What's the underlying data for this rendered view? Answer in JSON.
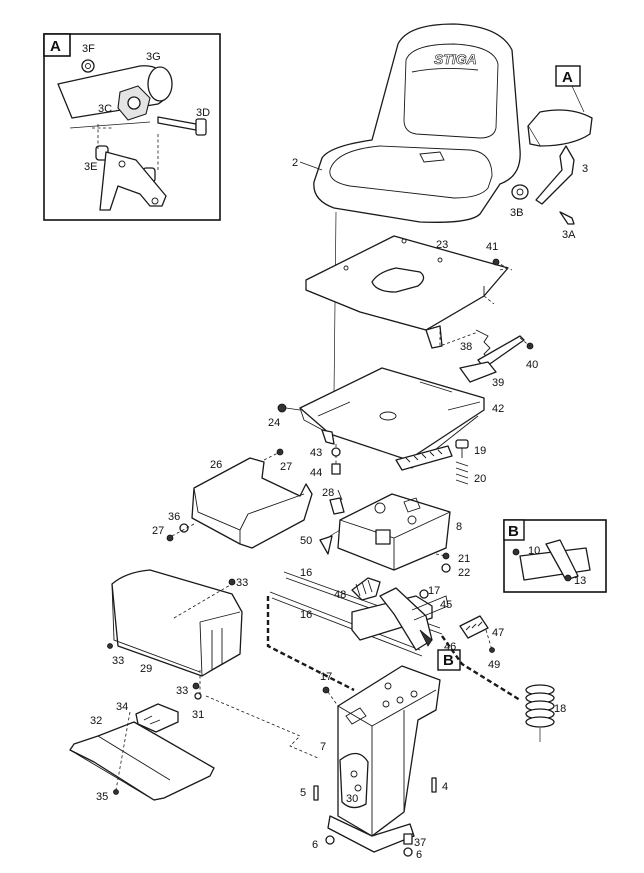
{
  "inset_a": {
    "title": "A",
    "labels": [
      "3F",
      "3G",
      "3C",
      "3D",
      "3E"
    ]
  },
  "inset_b": {
    "title": "B",
    "labels": [
      "10",
      "13"
    ]
  },
  "callout_a": "A",
  "callout_b": "B",
  "brand": "STIGA",
  "parts": [
    "2",
    "3",
    "3A",
    "3B",
    "23",
    "41",
    "38",
    "40",
    "39",
    "42",
    "24",
    "43",
    "44",
    "19",
    "20",
    "26",
    "27",
    "28",
    "36",
    "27",
    "8",
    "50",
    "21",
    "22",
    "33",
    "16",
    "16",
    "48",
    "17",
    "45",
    "47",
    "46",
    "49",
    "33",
    "29",
    "33",
    "31",
    "18",
    "17",
    "7",
    "32",
    "34",
    "35",
    "4",
    "5",
    "30",
    "37",
    "6",
    "6"
  ]
}
